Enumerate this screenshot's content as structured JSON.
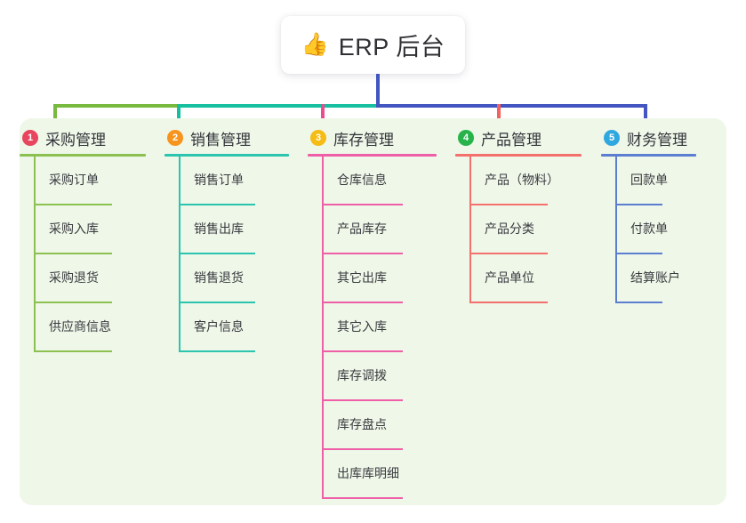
{
  "root": {
    "icon": "thumbs-up-emoji",
    "emoji": "👍",
    "title": "ERP 后台"
  },
  "colors": {
    "panel_bg": "#eef7e8",
    "root_stem": "#4355c0",
    "bar_green": "#78b93f",
    "bar_teal": "#15bfa0",
    "bar_blue": "#4355c0",
    "drop_pink": "#ea4c93",
    "drop_salmon": "#f4615f",
    "badge_1": "#e8455f",
    "badge_2": "#f7941e",
    "badge_3": "#f5bc16",
    "badge_4": "#27b34a",
    "badge_5": "#2fa8e0"
  },
  "columns": [
    {
      "index": "1",
      "badge_color": "#e8455f",
      "line_color": "#8cc152",
      "title": "采购管理",
      "items": [
        "采购订单",
        "采购入库",
        "采购退货",
        "供应商信息"
      ]
    },
    {
      "index": "2",
      "badge_color": "#f7941e",
      "line_color": "#2bc4ae",
      "title": "销售管理",
      "items": [
        "销售订单",
        "销售出库",
        "销售退货",
        "客户信息"
      ]
    },
    {
      "index": "3",
      "badge_color": "#f5bc16",
      "line_color": "#ef5fa7",
      "title": "库存管理",
      "items": [
        "仓库信息",
        "产品库存",
        "其它出库",
        "其它入库",
        "库存调拨",
        "库存盘点",
        "出库库明细"
      ]
    },
    {
      "index": "4",
      "badge_color": "#27b34a",
      "line_color": "#f4706c",
      "title": "产品管理",
      "items": [
        "产品（物料）",
        "产品分类",
        "产品单位"
      ]
    },
    {
      "index": "5",
      "badge_color": "#2fa8e0",
      "line_color": "#5b7ed0",
      "title": "财务管理",
      "items": [
        "回款单",
        "付款单",
        "结算账户"
      ]
    }
  ]
}
